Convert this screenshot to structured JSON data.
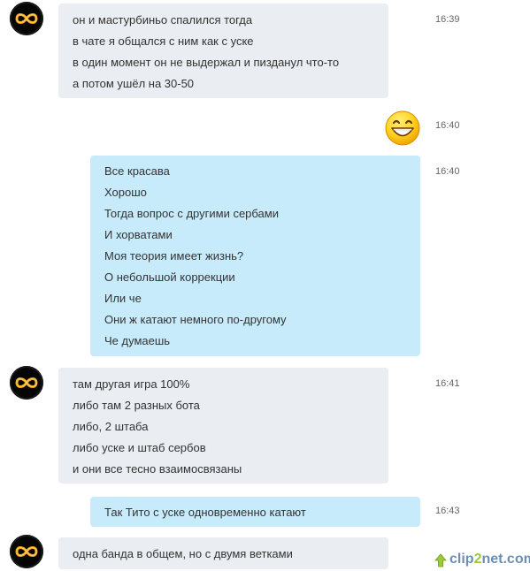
{
  "messages": [
    {
      "sender": "contact",
      "time": "16:39",
      "lines": [
        "он и мастурбиньо спалился тогда",
        "в чате я общался с ним как с уске",
        "в один момент он не выдержал и пизданул что-то",
        "а потом ушёл на 30-50"
      ]
    },
    {
      "sender": "me",
      "time": "16:40",
      "emoji": "grinning-face-emoji"
    },
    {
      "sender": "me",
      "time": "16:40",
      "lines": [
        "Все красава",
        "Хорошо",
        "Тогда вопрос с другими сербами",
        "И хорватами",
        "Моя теория имеет жизнь?",
        "О небольшой коррекции",
        "Или че",
        "Они ж катают немного по-другому",
        "Че думаешь"
      ]
    },
    {
      "sender": "contact",
      "time": "16:41",
      "lines": [
        "там другая игра 100%",
        "либо там 2 разных бота",
        "либо, 2 штаба",
        "либо уске и штаб сербов",
        "и они все тесно взаимосвязаны"
      ]
    },
    {
      "sender": "me",
      "time": "16:43",
      "lines": [
        "Так Тито с уске одновременно катают"
      ]
    },
    {
      "sender": "contact",
      "time": "",
      "lines": [
        "одна банда в общем, но с двумя ветками"
      ]
    }
  ],
  "avatar": {
    "icon": "infinity-icon",
    "ring_color": "#f2a21a"
  },
  "colors": {
    "incoming_bubble": "#eaedf1",
    "outgoing_bubble": "#c8ebfb",
    "text": "#333333",
    "time": "#666666"
  },
  "watermark": {
    "part1": "clip",
    "part2": "2",
    "part3": "net",
    "part4": ".com"
  }
}
